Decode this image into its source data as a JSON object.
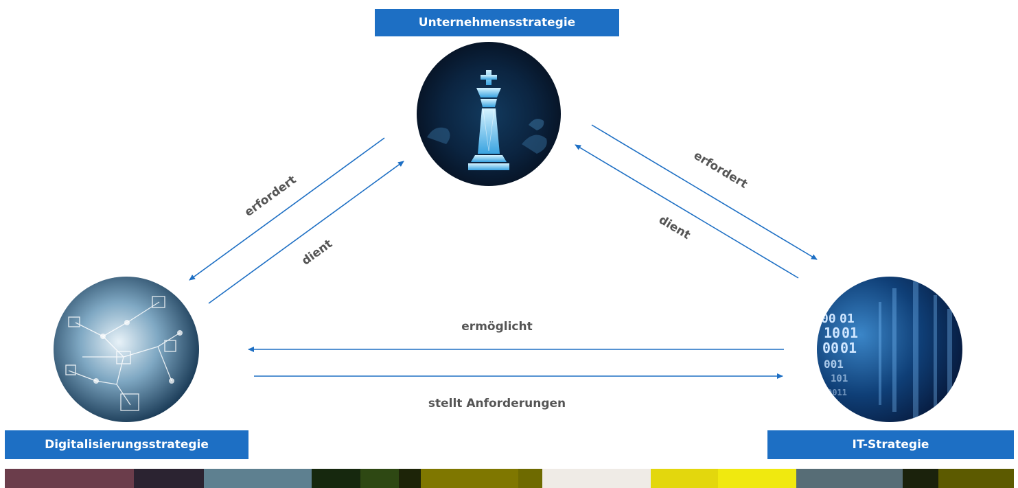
{
  "nodes": {
    "unternehmen": {
      "label": "Unternehmensstrategie",
      "image": "chess-king-illustration"
    },
    "digital": {
      "label": "Digitalisierungsstrategie",
      "image": "network-security-illustration"
    },
    "it": {
      "label": "IT-Strategie",
      "image": "binary-code-illustration"
    }
  },
  "edges": {
    "unternehmen_to_digital": "erfordert",
    "digital_to_unternehmen": "dient",
    "unternehmen_to_it": "erfordert",
    "it_to_unternehmen": "dient",
    "it_to_digital": "ermöglicht",
    "digital_to_it": "stellt Anforderungen"
  },
  "colors": {
    "accent": "#1d6fc4",
    "arrow": "#1d6fc4",
    "strip": [
      "#6b3d4b",
      "#2b2331",
      "#5e8090",
      "#16280e",
      "#2e4813",
      "#1d2408",
      "#7f7700",
      "#6e6a00",
      "#efebe6",
      "#e3d70d",
      "#f0e90f",
      "#576d76",
      "#1b220c",
      "#5c5a00"
    ]
  }
}
